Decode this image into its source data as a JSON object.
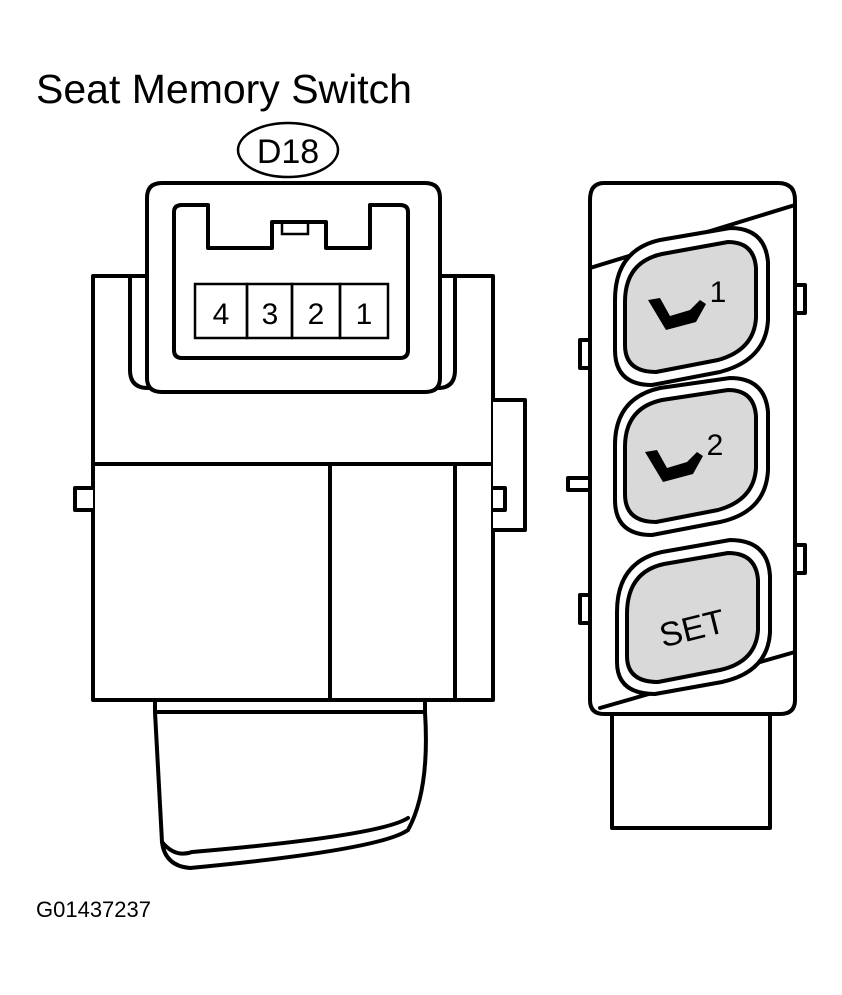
{
  "title": "Seat Memory Switch",
  "connector": {
    "code": "D18",
    "terminals": [
      "4",
      "3",
      "2",
      "1"
    ]
  },
  "buttons": [
    {
      "label": "1",
      "icon": "seat-icon"
    },
    {
      "label": "2",
      "icon": "seat-icon"
    },
    {
      "label": "SET"
    }
  ],
  "figure_code": "G01437237"
}
